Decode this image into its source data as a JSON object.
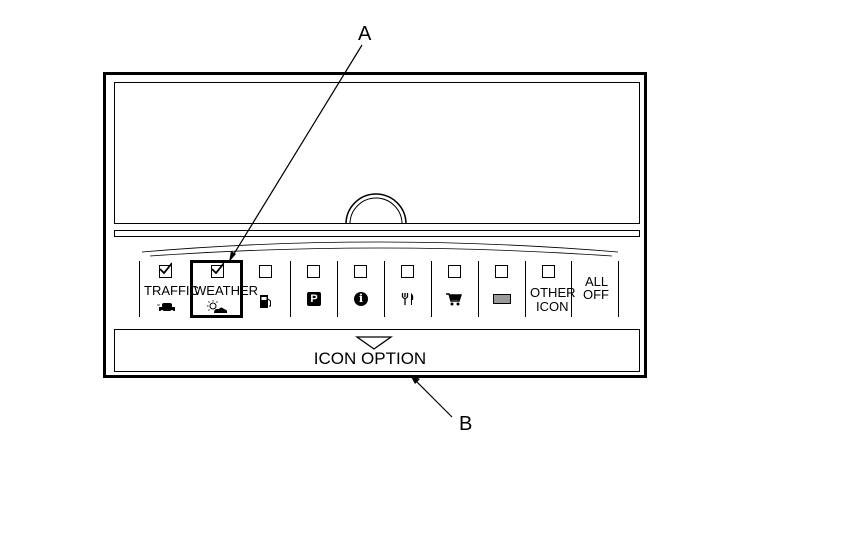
{
  "callouts": {
    "a": "A",
    "b": "B"
  },
  "icon_option_label": "ICON OPTION",
  "icons": [
    {
      "id": "traffic",
      "label": "TRAFFIC",
      "checked": true,
      "icon": "traffic-car-icon"
    },
    {
      "id": "weather",
      "label": "WEATHER",
      "checked": true,
      "icon": "weather-sun-cloud-icon"
    },
    {
      "id": "gas",
      "label": "",
      "checked": false,
      "icon": "gas-pump-icon"
    },
    {
      "id": "parking",
      "label": "",
      "checked": false,
      "icon": "parking-icon",
      "glyph": "P"
    },
    {
      "id": "info",
      "label": "",
      "checked": false,
      "icon": "info-icon",
      "glyph": "i"
    },
    {
      "id": "restaurant",
      "label": "",
      "checked": false,
      "icon": "restaurant-icon"
    },
    {
      "id": "shopping",
      "label": "",
      "checked": false,
      "icon": "shopping-cart-icon"
    },
    {
      "id": "custom",
      "label": "",
      "checked": false,
      "icon": "grey-rectangle-icon"
    },
    {
      "id": "other",
      "label_line1": "OTHER",
      "label_line2": "ICON",
      "checked": false
    },
    {
      "id": "alloff",
      "label_line1": "ALL",
      "label_line2": "OFF"
    }
  ]
}
